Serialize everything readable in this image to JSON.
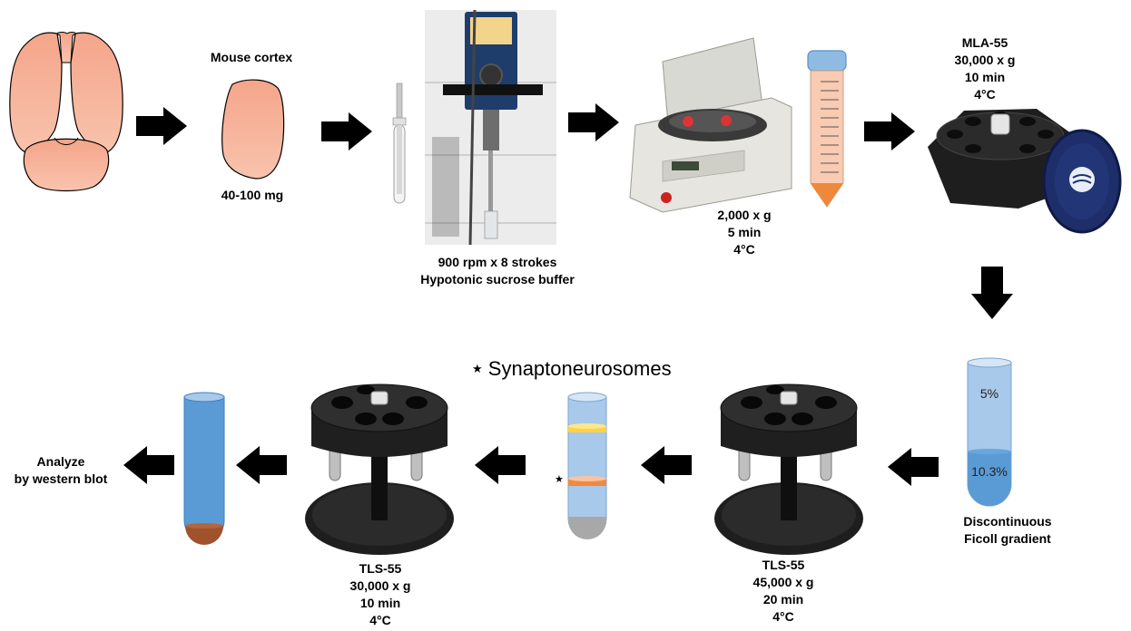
{
  "top_row": {
    "cortex_title": "Mouse cortex",
    "cortex_mass": "40-100 mg",
    "homogenizer_label": "900 rpm x 8 strokes\nHypotonic sucrose buffer",
    "centrifuge_label": "2,000 x g\n5 min\n4°C",
    "mla_label": "MLA-55\n30,000 x g\n10 min\n4°C"
  },
  "gradient": {
    "upper_percent": "5%",
    "lower_percent": "10.3%",
    "label": "Discontinuous\nFicoll gradient"
  },
  "bottom_row": {
    "tls_right_label": "TLS-55\n45,000 x g\n20 min\n4°C",
    "synapto_star": "★",
    "synapto_title": "Synaptoneurosomes",
    "tls_left_label": "TLS-55\n30,000 x g\n10 min\n4°C",
    "analyze_label": "Analyze\nby western blot"
  },
  "colors": {
    "tissue": "#f6b49a",
    "arrow": "#000000",
    "gradient_light": "#a9c9ea",
    "gradient_dark": "#5b9bd5",
    "pellet": "#a0522d",
    "band_yellow": "#ffd23f",
    "band_orange": "#f39a4e",
    "rotor_black": "#1e1e1e"
  }
}
